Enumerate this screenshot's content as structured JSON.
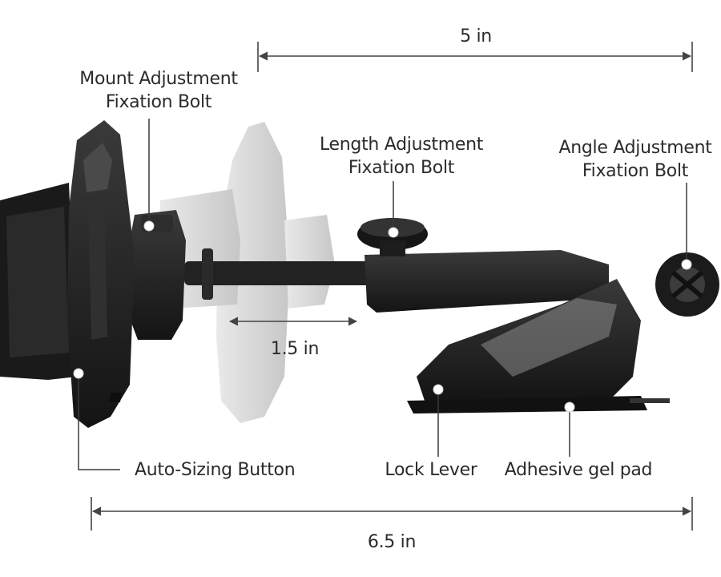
{
  "dimensions": {
    "top_width": "5 in",
    "extension": "1.5 in",
    "bottom_width": "6.5 in"
  },
  "callouts": {
    "mount_bolt": [
      "Mount Adjustment",
      "Fixation Bolt"
    ],
    "length_bolt": [
      "Length Adjustment",
      "Fixation Bolt"
    ],
    "angle_bolt": [
      "Angle Adjustment",
      "Fixation Bolt"
    ],
    "auto_sizing": "Auto-Sizing Button",
    "lock_lever": "Lock Lever",
    "gel_pad": "Adhesive gel pad"
  },
  "colors": {
    "body": "#1c1c1c",
    "ghost": "#d2d2d2",
    "leader": "#3a3a3a",
    "dot": "#ffffff"
  }
}
